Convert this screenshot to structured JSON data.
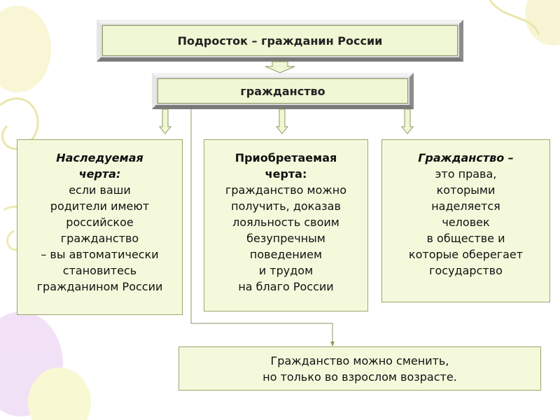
{
  "title": "Подросток – гражданин России",
  "subtitle": "гражданство",
  "boxes": {
    "inherited": {
      "heading": [
        "Наследуемая",
        "черта:"
      ],
      "body": [
        "если ваши",
        "родители имеют",
        "российское",
        "гражданство",
        " – вы автоматически",
        "становитесь",
        "гражданином  России"
      ]
    },
    "acquired": {
      "heading": [
        "Приобретаемая",
        "черта:"
      ],
      "body": [
        " гражданство можно",
        "получить, доказав",
        "лояльность своим",
        "безупречным",
        "поведением",
        "и трудом",
        "на благо России"
      ]
    },
    "definition": {
      "heading": [
        "Гражданство –"
      ],
      "body": [
        "это права,",
        " которыми",
        "наделяется",
        "человек",
        "в обществе и",
        "которые оберегает",
        "государство"
      ]
    }
  },
  "bottom_note": [
    "Гражданство можно сменить,",
    "но только во взрослом возрасте."
  ],
  "colors": {
    "box_fill": "#f4f9dc",
    "box_border": "#9aa66a",
    "arrow_fill": "#f0f7d4",
    "arrow_stroke": "#8a9a60"
  }
}
